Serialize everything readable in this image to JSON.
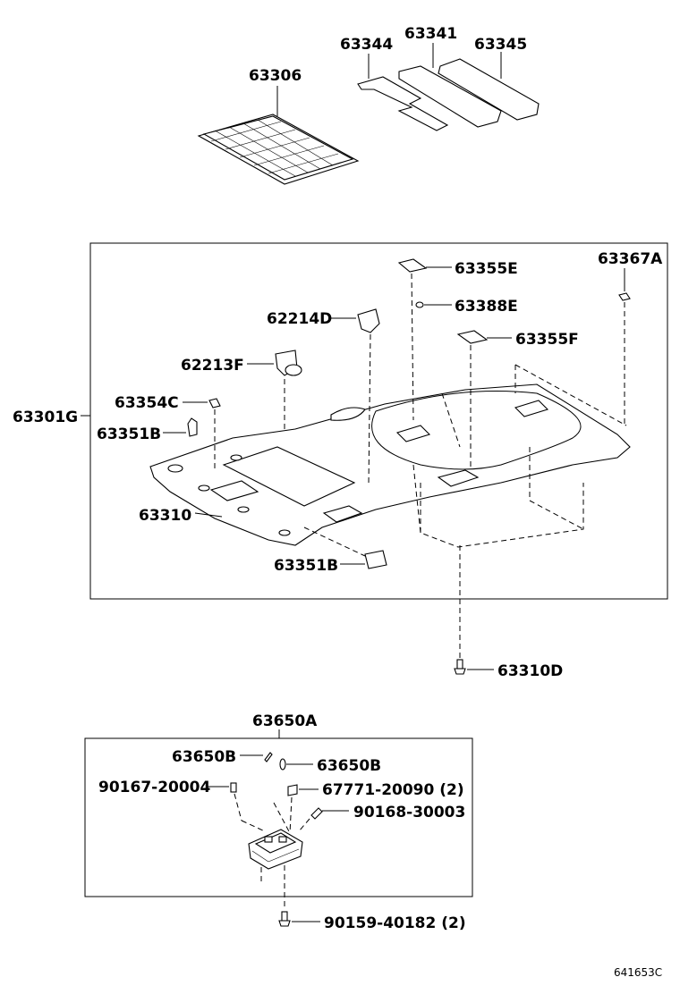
{
  "labels": {
    "p63306": "63306",
    "p63344": "63344",
    "p63341": "63341",
    "p63345": "63345",
    "p63355E": "63355E",
    "p63367A": "63367A",
    "p63388E": "63388E",
    "p62214D": "62214D",
    "p63355F": "63355F",
    "p62213F": "62213F",
    "p63354C": "63354C",
    "p63301G": "63301G",
    "p63351B_top": "63351B",
    "p63310": "63310",
    "p63351B_bottom": "63351B",
    "p63310D": "63310D",
    "p63650A": "63650A",
    "p63650B_left": "63650B",
    "p63650B_right": "63650B",
    "p90167": "90167-20004",
    "p67771": "67771-20090 (2)",
    "p90168": "90168-30003",
    "p90159": "90159-40182 (2)"
  },
  "figure_code": "641653C"
}
